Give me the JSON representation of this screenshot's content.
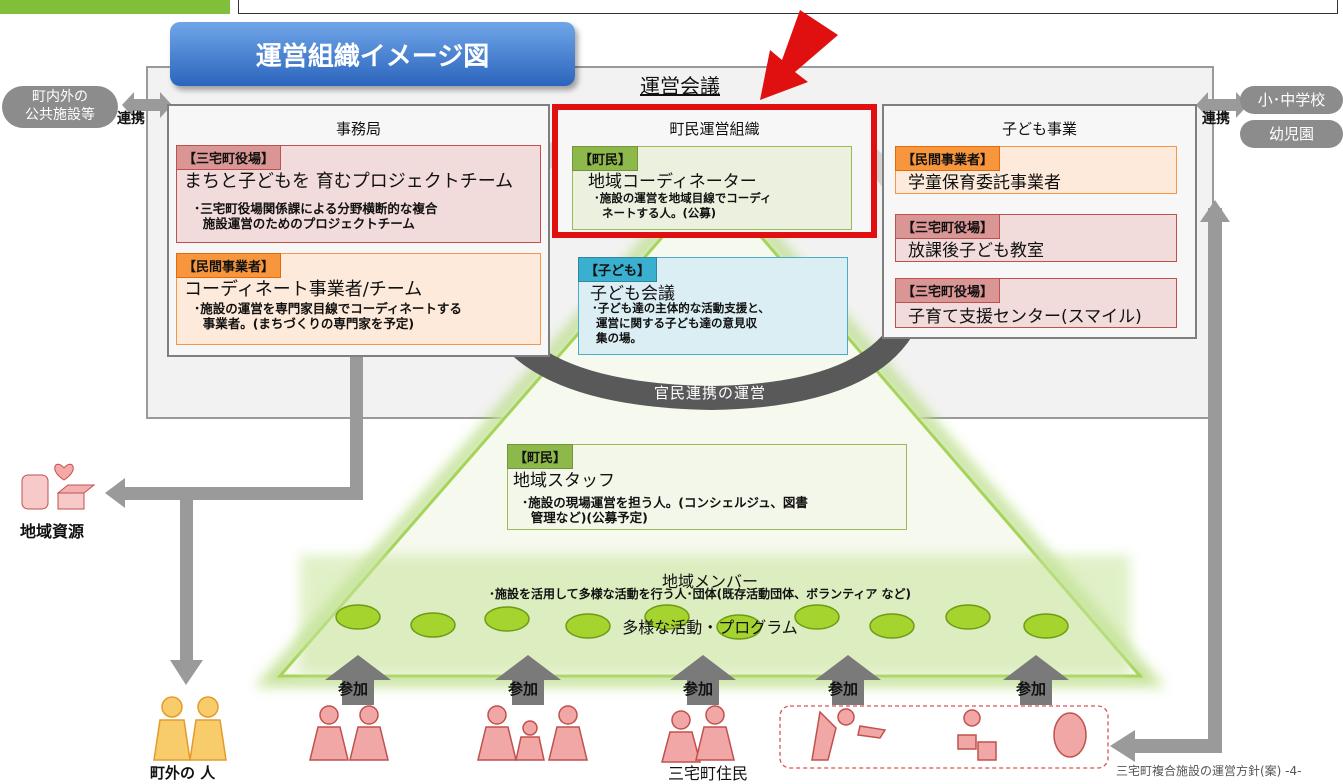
{
  "banner": "運営組織イメージ図",
  "meeting_title": "運営会議",
  "left_link": {
    "label": "町内外の\n公共施設等",
    "connector": "連携"
  },
  "right_link": {
    "connector": "連携",
    "school": "小･中学校",
    "kindergarten": "幼児園"
  },
  "jimukyoku": {
    "title": "事務局",
    "card1": {
      "tag": "【三宅町役場】",
      "title": "まちと子どもを 育むプロジェクトチーム",
      "desc": "･三宅町役場関係課による分野横断的な複合\n  施設運営のためのプロジェクトチーム"
    },
    "card2": {
      "tag": "【民間事業者】",
      "title": "コーディネート事業者/チーム",
      "desc": "･施設の運営を専門家目線でコーディネートする\n  事業者。(まちづくりの専門家を予定)"
    }
  },
  "chomin": {
    "title": "町民運営組織",
    "card": {
      "tag": "【町民】",
      "title": "地域コーディネーター",
      "desc": "･施設の運営を地域目線でコーディ\n  ネートする人。(公募)"
    }
  },
  "kodomo_kaigi": {
    "tag": "【子ども】",
    "title": "子ども会議",
    "desc": "･子ども達の主体的な活動支援と、\n 運営に関する子ども達の意見収\n 集の場。"
  },
  "kodomo_jigyo": {
    "title": "子ども事業",
    "items": [
      {
        "tag": "【民間事業者】",
        "title": "学童保育委託事業者"
      },
      {
        "tag": "【三宅町役場】",
        "title": "放課後子ども教室"
      },
      {
        "tag": "【三宅町役場】",
        "title": "子育て支援センター(スマイル)"
      }
    ]
  },
  "kanmin_label": "官民連携の運営",
  "staff": {
    "tag": "【町民】",
    "title": "地域スタッフ",
    "desc": "･施設の現場運営を担う人。(コンシェルジュ、図書\n  管理など)(公募予定)"
  },
  "member": {
    "title": "地域メンバー",
    "desc": "･施設を活用して多様な活動を行う人･団体(既存活動団体、ボランティア  など)",
    "program": "多様な活動・プログラム"
  },
  "sanka": [
    "参加",
    "参加",
    "参加",
    "参加",
    "参加"
  ],
  "chiiki_shigen": "地域資源",
  "chogai": "町外の 人",
  "jumin": "三宅町住民",
  "footer": "三宅町複合施設の運営方針(案) -4-",
  "colors": {
    "accent_red": "#e01010",
    "navy": "#1e3f7a",
    "tag_orange": "#f7963c",
    "tag_red": "#d9534f",
    "tag_green": "#8db84a",
    "tag_cyan": "#3ab0d0",
    "gray_arrow": "#9a9a9a"
  }
}
